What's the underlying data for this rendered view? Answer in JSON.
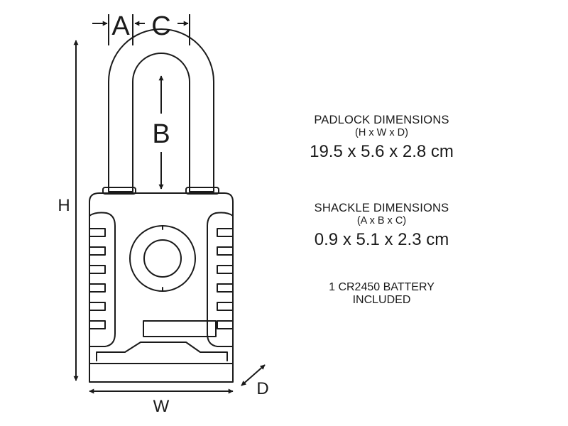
{
  "diagram": {
    "labels": {
      "A": "A",
      "B": "B",
      "C": "C",
      "H": "H",
      "W": "W",
      "D": "D"
    }
  },
  "specs": {
    "padlock": {
      "title": "PADLOCK DIMENSIONS",
      "order": "(H x W x D)",
      "value": "19.5 x 5.6 x 2.8 cm"
    },
    "shackle": {
      "title": "SHACKLE DIMENSIONS",
      "order": "(A x B x C)",
      "value": "0.9 x 5.1 x 2.3 cm"
    },
    "battery": {
      "line1": "1 CR2450 BATTERY",
      "line2": "INCLUDED"
    }
  },
  "colors": {
    "line": "#1a1a1a",
    "background": "#ffffff"
  }
}
